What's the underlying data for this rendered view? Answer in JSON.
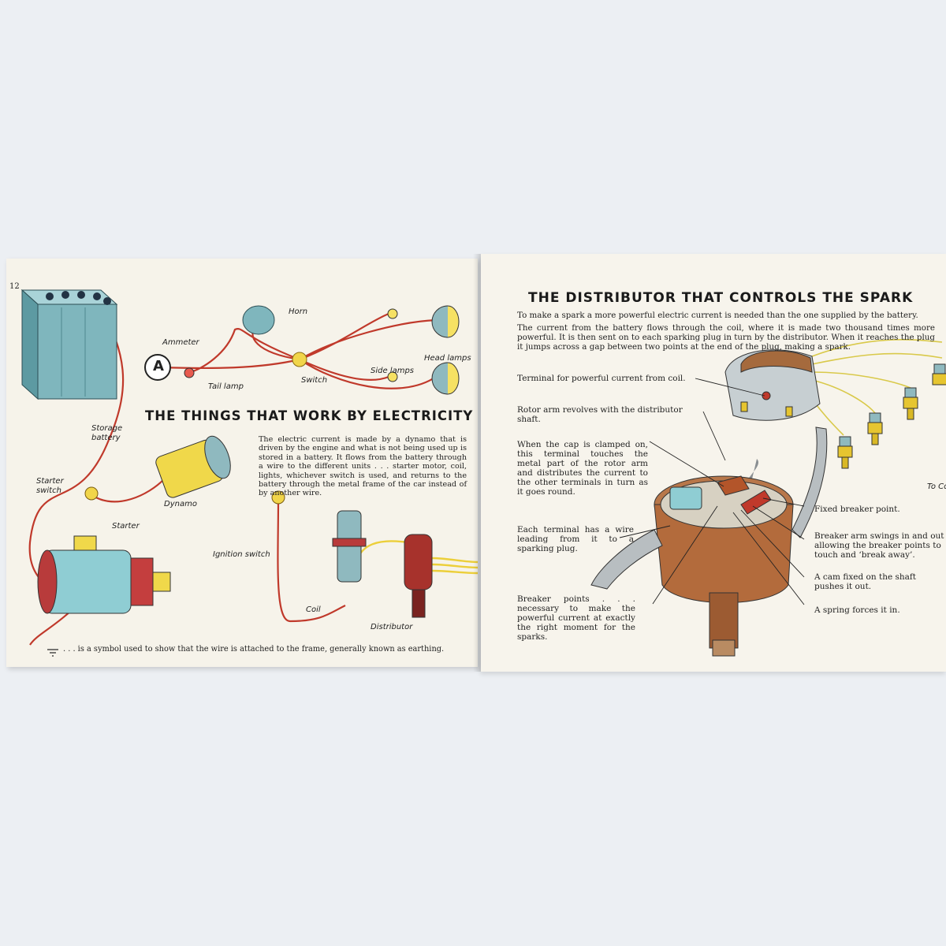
{
  "left_page": {
    "page_number": "12",
    "title": "THE THINGS THAT WORK BY ELECTRICITY",
    "body": "The electric current is made by a dynamo that is driven by the engine and what is not being used up is stored in a battery. It flows from the battery through a wire to the different units . . . starter motor, coil, lights, whichever switch is used, and returns to the battery through the metal frame of the car instead of by another wire.",
    "labels": {
      "horn": "Horn",
      "ammeter": "Ammeter",
      "ammeter_symbol": "A",
      "head_lamps": "Head lamps",
      "side_lamps": "Side lamps",
      "tail_lamp": "Tail lamp",
      "switch": "Switch",
      "storage_battery_1": "Storage",
      "storage_battery_2": "battery",
      "starter_switch_1": "Starter",
      "starter_switch_2": "switch",
      "dynamo": "Dynamo",
      "starter": "Starter",
      "ignition_switch": "Ignition switch",
      "coil": "Coil",
      "distributor": "Distributor"
    },
    "footnote": ". . . is a symbol used to show that the wire is attached to the frame, generally known as earthing."
  },
  "right_page": {
    "title": "THE DISTRIBUTOR THAT CONTROLS THE SPARK",
    "intro_1": "To make a spark a more powerful electric current is needed than the one supplied by the battery.",
    "intro_2": "The current from the battery flows through the coil, where it is made two thousand times more powerful. It is then sent on to each sparking plug in turn by the distributor. When it reaches the plug it jumps across a gap between two points at the end of the plug, making a spark.",
    "callouts": {
      "terminal": "Terminal for powerful current from coil.",
      "rotor": "Rotor arm revolves with the distributor shaft.",
      "cap": "When the cap is clamped on, this terminal touches the metal part of the rotor arm and distributes the current to the other terminals in turn as it goes round.",
      "each_terminal": "Each terminal has a wire leading from it to a sparking plug.",
      "breaker_points": "Breaker points . . . necessary to make the powerful current at exactly the right moment for the sparks.",
      "fixed_breaker": "Fixed breaker point.",
      "breaker_arm": "Breaker arm swings in and out allowing the breaker points to touch and ‘break away’.",
      "cam": "A cam fixed on the shaft pushes it out.",
      "spring": "A spring forces it in.",
      "to_coil": "To Co"
    }
  },
  "colors": {
    "wire_red": "#c0392b",
    "wire_yellow": "#f1d54a",
    "battery_blue": "#7fb6bd",
    "copper": "#b36b3c"
  }
}
